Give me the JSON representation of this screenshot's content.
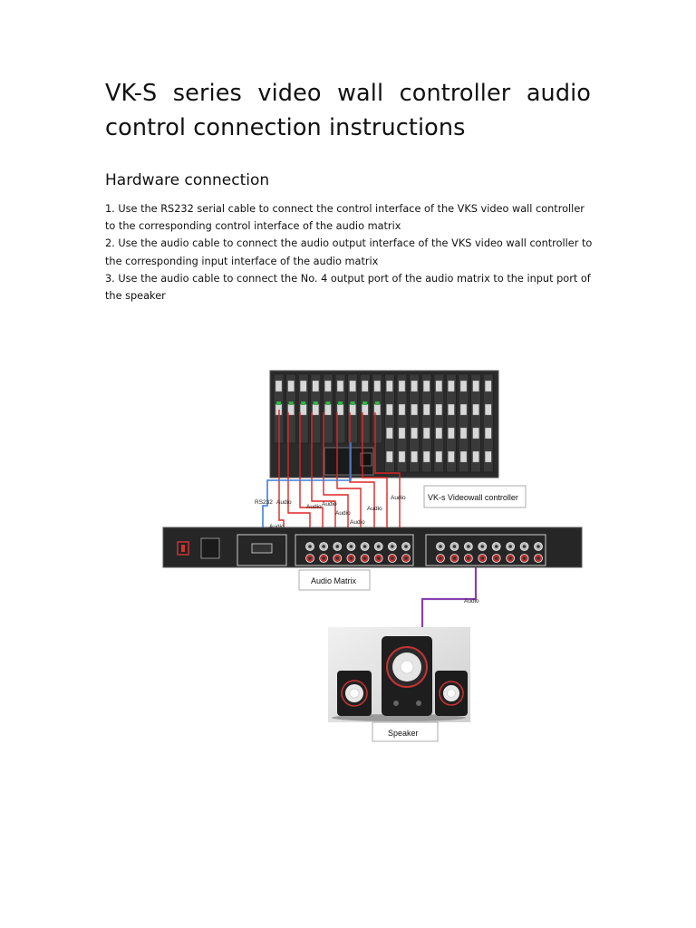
{
  "title": "VK-S series video wall controller audio control connection instructions",
  "section": {
    "heading": "Hardware connection",
    "steps": [
      "1. Use the RS232 serial cable to connect the control interface of the VKS video wall controller to the corresponding control interface of the audio matrix",
      "2. Use the audio cable to connect the audio output interface of the VKS video wall controller to the corresponding input interface of the audio matrix",
      "3. Use the audio cable to connect the No. 4 output port of the audio matrix to the input port of the speaker"
    ]
  },
  "diagram": {
    "controller_label": "VK-s Videowall controller",
    "matrix_label": "Audio Matrix",
    "speaker_label": "Speaker",
    "rs232_label": "RS232",
    "audio_label": "Audio",
    "colors": {
      "rs232_cable": "#3f7fd6",
      "audio_cable": "#e02424",
      "speaker_cable": "#8a3fb0"
    }
  }
}
